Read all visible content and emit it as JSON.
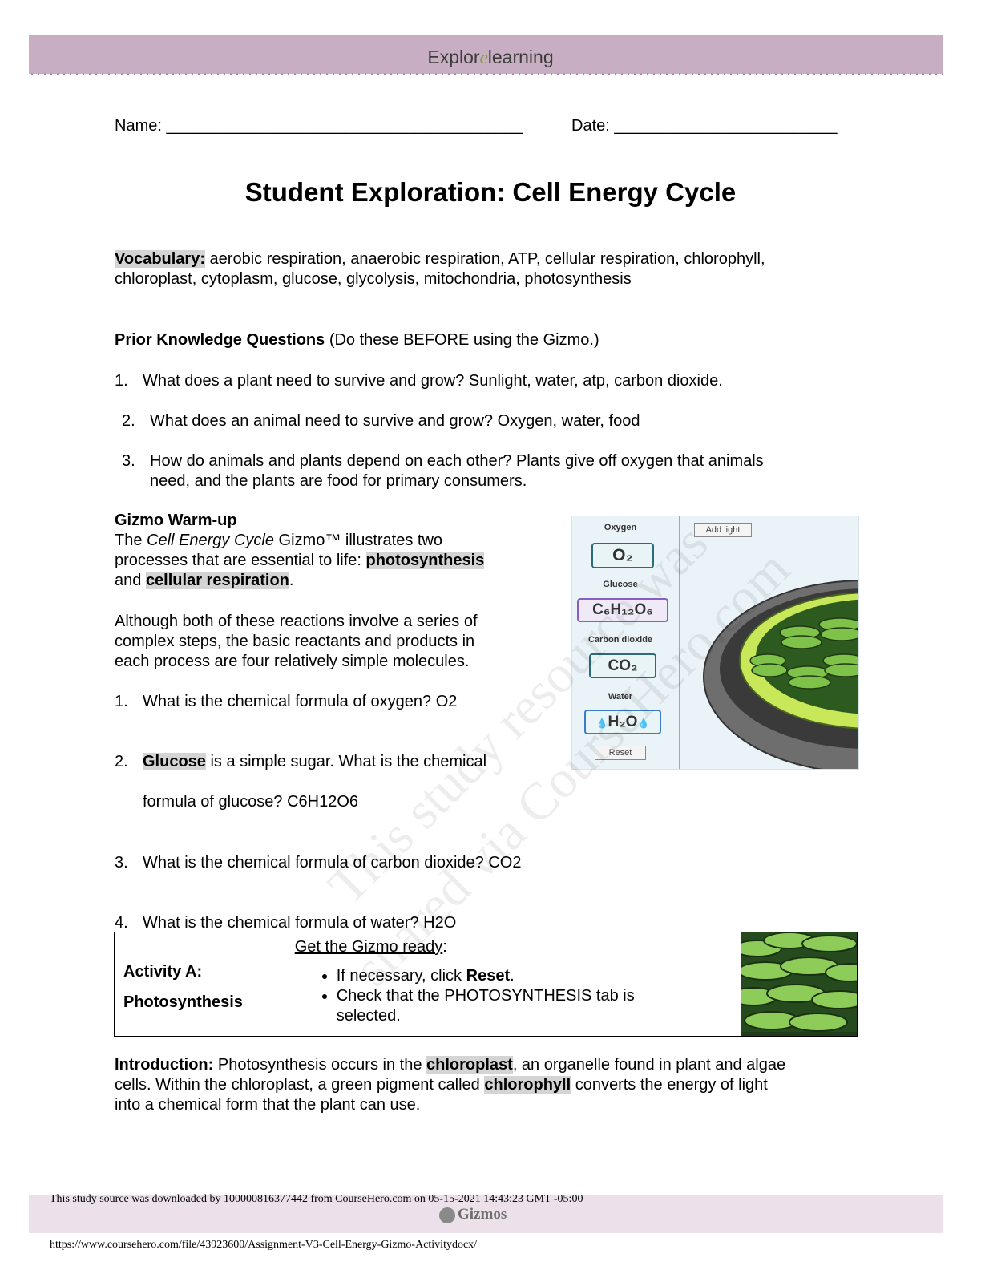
{
  "header": {
    "brand_left": "Explor",
    "brand_right": "learning"
  },
  "form": {
    "name_label": "Name:",
    "name_line": "________________________________________",
    "date_label": "Date:",
    "date_line": "_________________________"
  },
  "title": "Student Exploration: Cell Energy Cycle",
  "vocabulary": {
    "label": "Vocabulary:",
    "line1": " aerobic respiration, anaerobic respiration, ATP, cellular respiration, chlorophyll,",
    "line2": "chloroplast, cytoplasm, glucose, glycolysis, mitochondria, photosynthesis"
  },
  "prior": {
    "heading": "Prior Knowledge Questions",
    "note": " (Do these BEFORE using the Gizmo.)",
    "q1_num": "1.",
    "q1": "What does a plant need to survive and grow? Sunlight, water, atp, carbon dioxide.",
    "q2_num": "2.",
    "q2": "What does an animal need to survive and grow? Oxygen, water, food",
    "q3_num": "3.",
    "q3_line1": "How do animals and plants depend on each other? Plants give off oxygen that animals",
    "q3_line2": "need, and the plants are food for primary consumers."
  },
  "warmup": {
    "heading": "Gizmo Warm-up",
    "p1_a": "The ",
    "p1_italic": "Cell Energy Cycle",
    "p1_b": " Gizmo™ illustrates two",
    "p1_c": "processes that are essential to life: ",
    "p1_photo": "photosynthesis",
    "p1_d": "and ",
    "p1_resp": "cellular respiration",
    "p1_e": ".",
    "p2_line1": "Although both of these reactions involve a series of",
    "p2_line2": "complex steps, the basic reactants and products in",
    "p2_line3": "each process are four relatively simple molecules.",
    "q1_num": "1.",
    "q1": "What is the chemical formula of oxygen? O2",
    "q2_num": "2.",
    "q2_glucose": "Glucose",
    "q2_a": " is a simple sugar. What is the chemical",
    "q2_b": "formula of glucose? C6H12O6",
    "q3_num": "3.",
    "q3": "What is the chemical formula of carbon dioxide? CO2",
    "q4_num": "4.",
    "q4": "What is the chemical formula of water? H2O"
  },
  "gizmo": {
    "oxygen_label": "Oxygen",
    "oxygen_formula": "O₂",
    "glucose_label": "Glucose",
    "glucose_formula": "C₆H₁₂O₆",
    "co2_label": "Carbon dioxide",
    "co2_formula": "CO₂",
    "water_label": "Water",
    "water_formula": "H₂O",
    "water_icon": "💧",
    "reset_button": "Reset",
    "add_light_button": "Add light"
  },
  "activity": {
    "label_a": "Activity A:",
    "label_b": "Photosynthesis",
    "get_ready": "Get the Gizmo ready",
    "get_ready_colon": ":",
    "bullet1_a": "If necessary, click ",
    "bullet1_b": "Reset",
    "bullet1_c": ".",
    "bullet2_line1": "Check that the PHOTOSYNTHESIS tab is",
    "bullet2_line2": "selected."
  },
  "intro": {
    "label": "Introduction:",
    "a": " Photosynthesis occurs in the ",
    "chloroplast": "chloroplast",
    "b": ", an organelle found in plant and algae",
    "c": "cells. Within the chloroplast, a green pigment called ",
    "chlorophyll": "chlorophyll",
    "d": " converts the energy of light",
    "e": "into a chemical form that the plant can use."
  },
  "footer": {
    "source": "This study source was downloaded by 100000816377442 from CourseHero.com on 05-15-2021 14:43:23 GMT -05:00",
    "gizmos": "Gizmos",
    "url": "https://www.coursehero.com/file/43923600/Assignment-V3-Cell-Energy-Gizmo-Activitydocx/"
  },
  "watermark": {
    "line1": "This study resource was",
    "line2": "shared via CourseHero.com"
  }
}
